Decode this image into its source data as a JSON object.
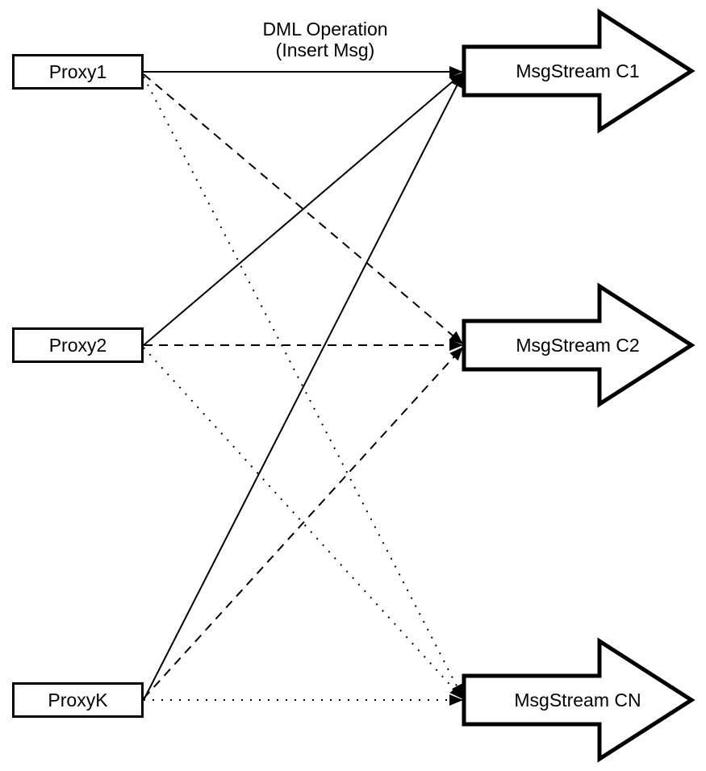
{
  "annotation": {
    "line1": "DML Operation",
    "line2": "(Insert Msg)"
  },
  "proxies": [
    {
      "label": "Proxy1"
    },
    {
      "label": "Proxy2"
    },
    {
      "label": "ProxyK"
    }
  ],
  "streams": [
    {
      "label": "MsgStream C1"
    },
    {
      "label": "MsgStream C2"
    },
    {
      "label": "MsgStream CN"
    }
  ],
  "edges": [
    {
      "from": "Proxy1",
      "to": "MsgStream C1",
      "style": "solid"
    },
    {
      "from": "Proxy1",
      "to": "MsgStream C2",
      "style": "dashed"
    },
    {
      "from": "Proxy1",
      "to": "MsgStream CN",
      "style": "dotted"
    },
    {
      "from": "Proxy2",
      "to": "MsgStream C1",
      "style": "solid"
    },
    {
      "from": "Proxy2",
      "to": "MsgStream C2",
      "style": "dashed"
    },
    {
      "from": "Proxy2",
      "to": "MsgStream CN",
      "style": "dotted"
    },
    {
      "from": "ProxyK",
      "to": "MsgStream C1",
      "style": "solid"
    },
    {
      "from": "ProxyK",
      "to": "MsgStream C2",
      "style": "dashed"
    },
    {
      "from": "ProxyK",
      "to": "MsgStream CN",
      "style": "dotted"
    }
  ],
  "colors": {
    "stroke": "#000000",
    "fill": "#ffffff",
    "background": "#ffffff"
  }
}
